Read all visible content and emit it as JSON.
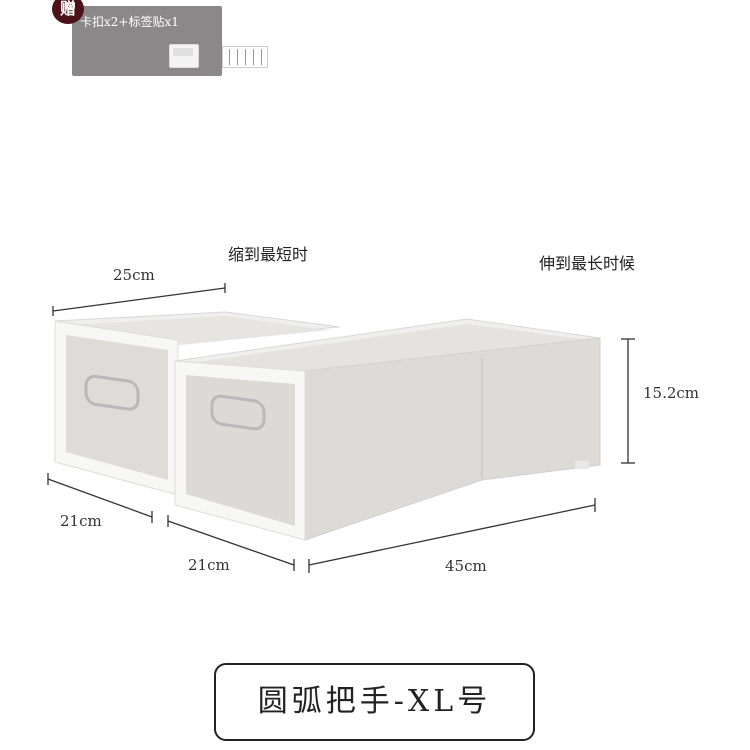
{
  "gift": {
    "badge": "赠",
    "text": "卡扣x2+标签贴x1"
  },
  "captions": {
    "shortest": "缩到最短时",
    "longest": "伸到最长时候"
  },
  "dimensions": {
    "top_width": "25cm",
    "left_depth": "21cm",
    "front_depth": "21cm",
    "extended_length": "45cm",
    "height": "15.2cm"
  },
  "product": {
    "model": "圆弧把手-XL号"
  }
}
